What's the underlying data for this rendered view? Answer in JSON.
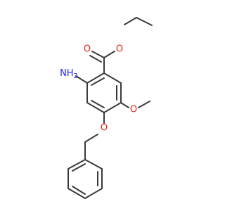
{
  "colors": {
    "bond": "#3a3a3a",
    "oxygen": "#e0261b",
    "nitrogen": "#2626e6",
    "background": "#ffffff"
  },
  "molecule": {
    "atoms": [
      {
        "id": "o_carbonyl",
        "label": "O",
        "element": "O"
      },
      {
        "id": "o_ester",
        "label": "O",
        "element": "O"
      },
      {
        "id": "n_amino",
        "label": "NH",
        "subscript": "2",
        "element": "N"
      },
      {
        "id": "o_methoxy",
        "label": "O",
        "element": "O"
      },
      {
        "id": "o_benzyloxy",
        "label": "O",
        "element": "O"
      }
    ]
  }
}
